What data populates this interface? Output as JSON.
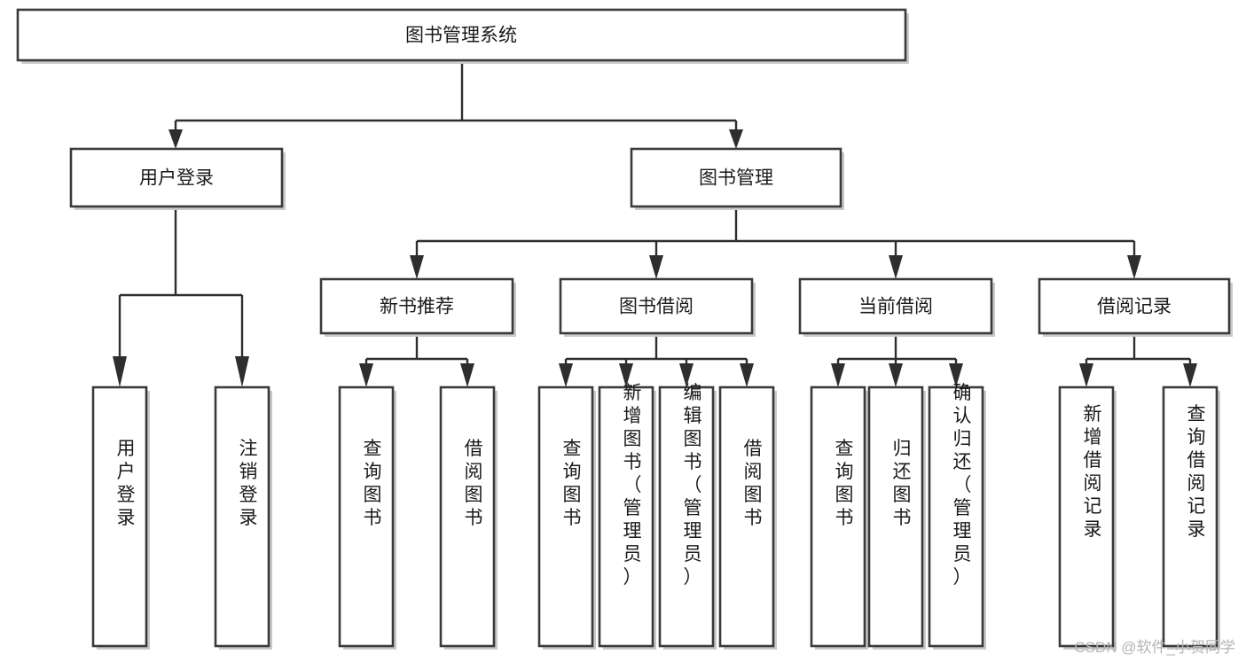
{
  "diagram": {
    "title": "图书管理系统",
    "type": "tree",
    "orientation": "top-down",
    "colors": {
      "box_fill": "#ffffff",
      "box_stroke": "#3a3a3a",
      "connector": "#2e2e2e",
      "text": "#1a1a1a",
      "watermark": "#b4b4b4",
      "background": "#ffffff"
    },
    "levels": {
      "level0_label": "图书管理系统",
      "level1_count": 2,
      "level2_count": 4,
      "level3_count": 13
    }
  },
  "nodes": {
    "root": {
      "label": "图书管理系统",
      "orientation": "horizontal"
    },
    "level1": [
      {
        "id": "user-login",
        "label": "用户登录",
        "orientation": "horizontal"
      },
      {
        "id": "book-management",
        "label": "图书管理",
        "orientation": "horizontal"
      }
    ],
    "level2": [
      {
        "id": "new-book-recommend",
        "label": "新书推荐",
        "orientation": "horizontal"
      },
      {
        "id": "book-borrow",
        "label": "图书借阅",
        "orientation": "horizontal"
      },
      {
        "id": "current-borrow",
        "label": "当前借阅",
        "orientation": "horizontal"
      },
      {
        "id": "borrow-record",
        "label": "借阅记录",
        "orientation": "horizontal"
      }
    ],
    "leaves": [
      {
        "id": "leaf-user-login",
        "label": "用户登录",
        "parent": "user-login",
        "orientation": "vertical"
      },
      {
        "id": "leaf-logout",
        "label": "注销登录",
        "parent": "user-login",
        "orientation": "vertical"
      },
      {
        "id": "leaf-query-book-1",
        "label": "查询图书",
        "parent": "new-book-recommend",
        "orientation": "vertical"
      },
      {
        "id": "leaf-borrow-book-1",
        "label": "借阅图书",
        "parent": "new-book-recommend",
        "orientation": "vertical"
      },
      {
        "id": "leaf-query-book-2",
        "label": "查询图书",
        "parent": "book-borrow",
        "orientation": "vertical"
      },
      {
        "id": "leaf-add-book",
        "label": "新增图书（管理员）",
        "parent": "book-borrow",
        "orientation": "vertical"
      },
      {
        "id": "leaf-edit-book",
        "label": "编辑图书（管理员）",
        "parent": "book-borrow",
        "orientation": "vertical"
      },
      {
        "id": "leaf-borrow-book-2",
        "label": "借阅图书",
        "parent": "book-borrow",
        "orientation": "vertical"
      },
      {
        "id": "leaf-query-book-3",
        "label": "查询图书",
        "parent": "current-borrow",
        "orientation": "vertical"
      },
      {
        "id": "leaf-return-book",
        "label": "归还图书",
        "parent": "current-borrow",
        "orientation": "vertical"
      },
      {
        "id": "leaf-confirm-return",
        "label": "确认归还（管理员）",
        "parent": "current-borrow",
        "orientation": "vertical"
      },
      {
        "id": "leaf-add-record",
        "label": "新增借阅记录",
        "parent": "borrow-record",
        "orientation": "vertical"
      },
      {
        "id": "leaf-query-record",
        "label": "查询借阅记录",
        "parent": "borrow-record",
        "orientation": "vertical"
      }
    ]
  },
  "watermark": {
    "text": "CSDN @软件_小贺同学"
  }
}
